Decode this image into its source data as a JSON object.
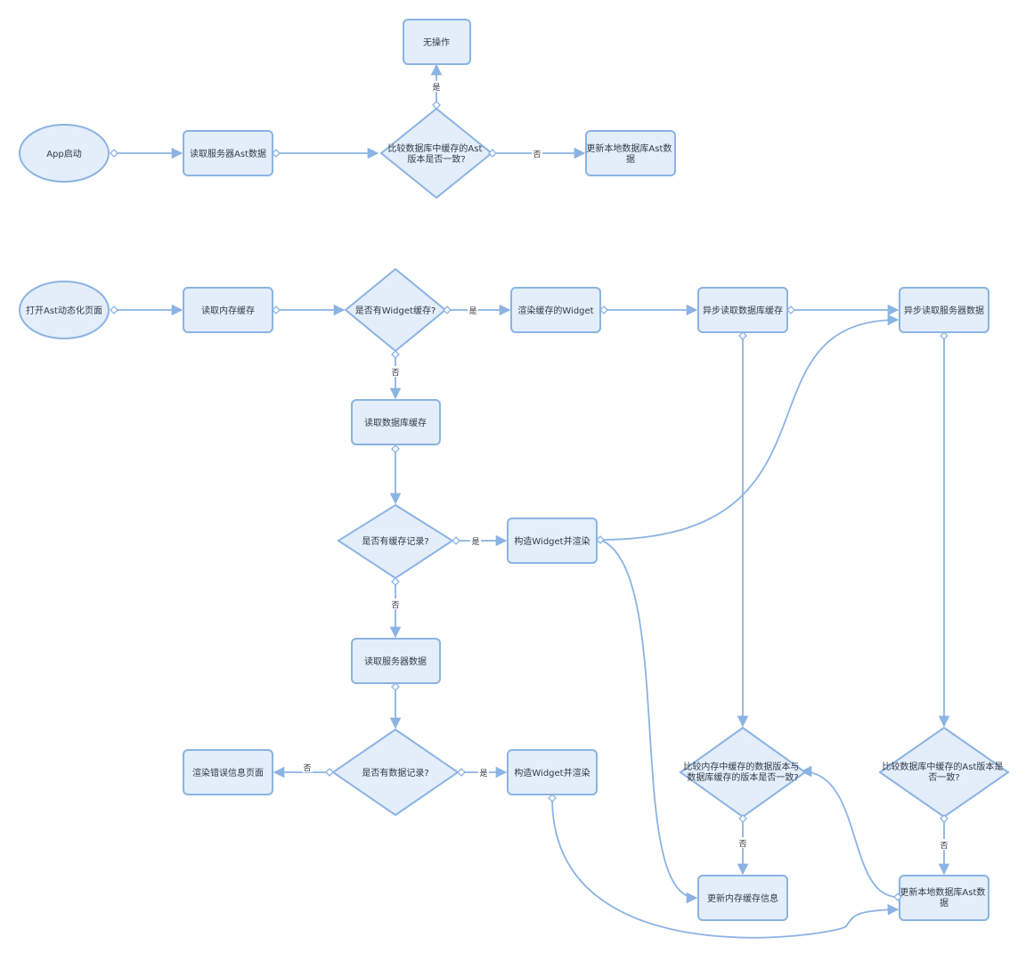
{
  "colors": {
    "fill": "#e3eefa",
    "stroke": "#8bb3e3",
    "text": "#333a44"
  },
  "nodes": {
    "app_start": "App启动",
    "read_server_ast": "读取服务器Ast数据",
    "compare_ast_version": [
      "比较数据库中缓存的Ast",
      "版本是否一致?"
    ],
    "no_op": "无操作",
    "update_local_db_top": [
      "更新本地数据库Ast数",
      "据"
    ],
    "open_page": "打开Ast动态化页面",
    "read_memory_cache": "读取内存缓存",
    "has_widget_cache": "是否有Widget缓存?",
    "render_cached_widget": "渲染缓存的Widget",
    "async_read_db": "异步读取数据库缓存",
    "async_read_server": "异步读取服务器数据",
    "read_db_cache": "读取数据库缓存",
    "has_cache_record": "是否有缓存记录?",
    "build_render_1": "构造Widget并渲染",
    "read_server_data": "读取服务器数据",
    "has_data_record": "是否有数据记录?",
    "build_render_2": "构造Widget并渲染",
    "render_error": "渲染错误信息页面",
    "compare_mem_db": [
      "比较内存中缓存的数据版本与",
      "数据库缓存的版本是否一致?"
    ],
    "compare_db_server": [
      "比较数据库中缓存的Ast版本是",
      "否一致?"
    ],
    "update_memory_cache": "更新内存缓存信息",
    "update_local_db_bottom": [
      "更新本地数据库Ast数",
      "据"
    ]
  },
  "edge_labels": {
    "yes": "是",
    "no": "否"
  }
}
